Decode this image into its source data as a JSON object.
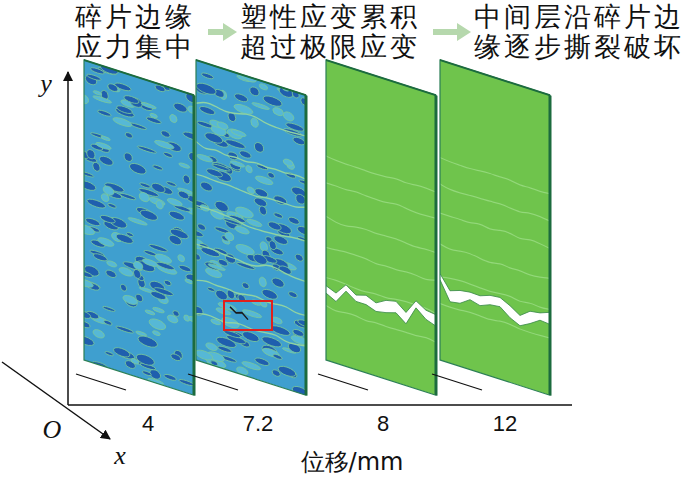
{
  "diagram": {
    "nodes": [
      {
        "text": [
          "碎片边缘 应力集中"
        ]
      },
      {
        "text": [
          "塑性应变累积 超过极限应变"
        ]
      },
      {
        "text": [
          "中间层沿碎片边 缘逐步撕裂破坏"
        ]
      }
    ],
    "edges": [
      {
        "from": 0,
        "to": 1,
        "arrow": "to"
      },
      {
        "from": 1,
        "to": 2,
        "arrow": "to"
      }
    ],
    "labels": [
      "y",
      "O",
      "x",
      "4",
      "7.2",
      "8",
      "12",
      "位移/mm"
    ]
  }
}
